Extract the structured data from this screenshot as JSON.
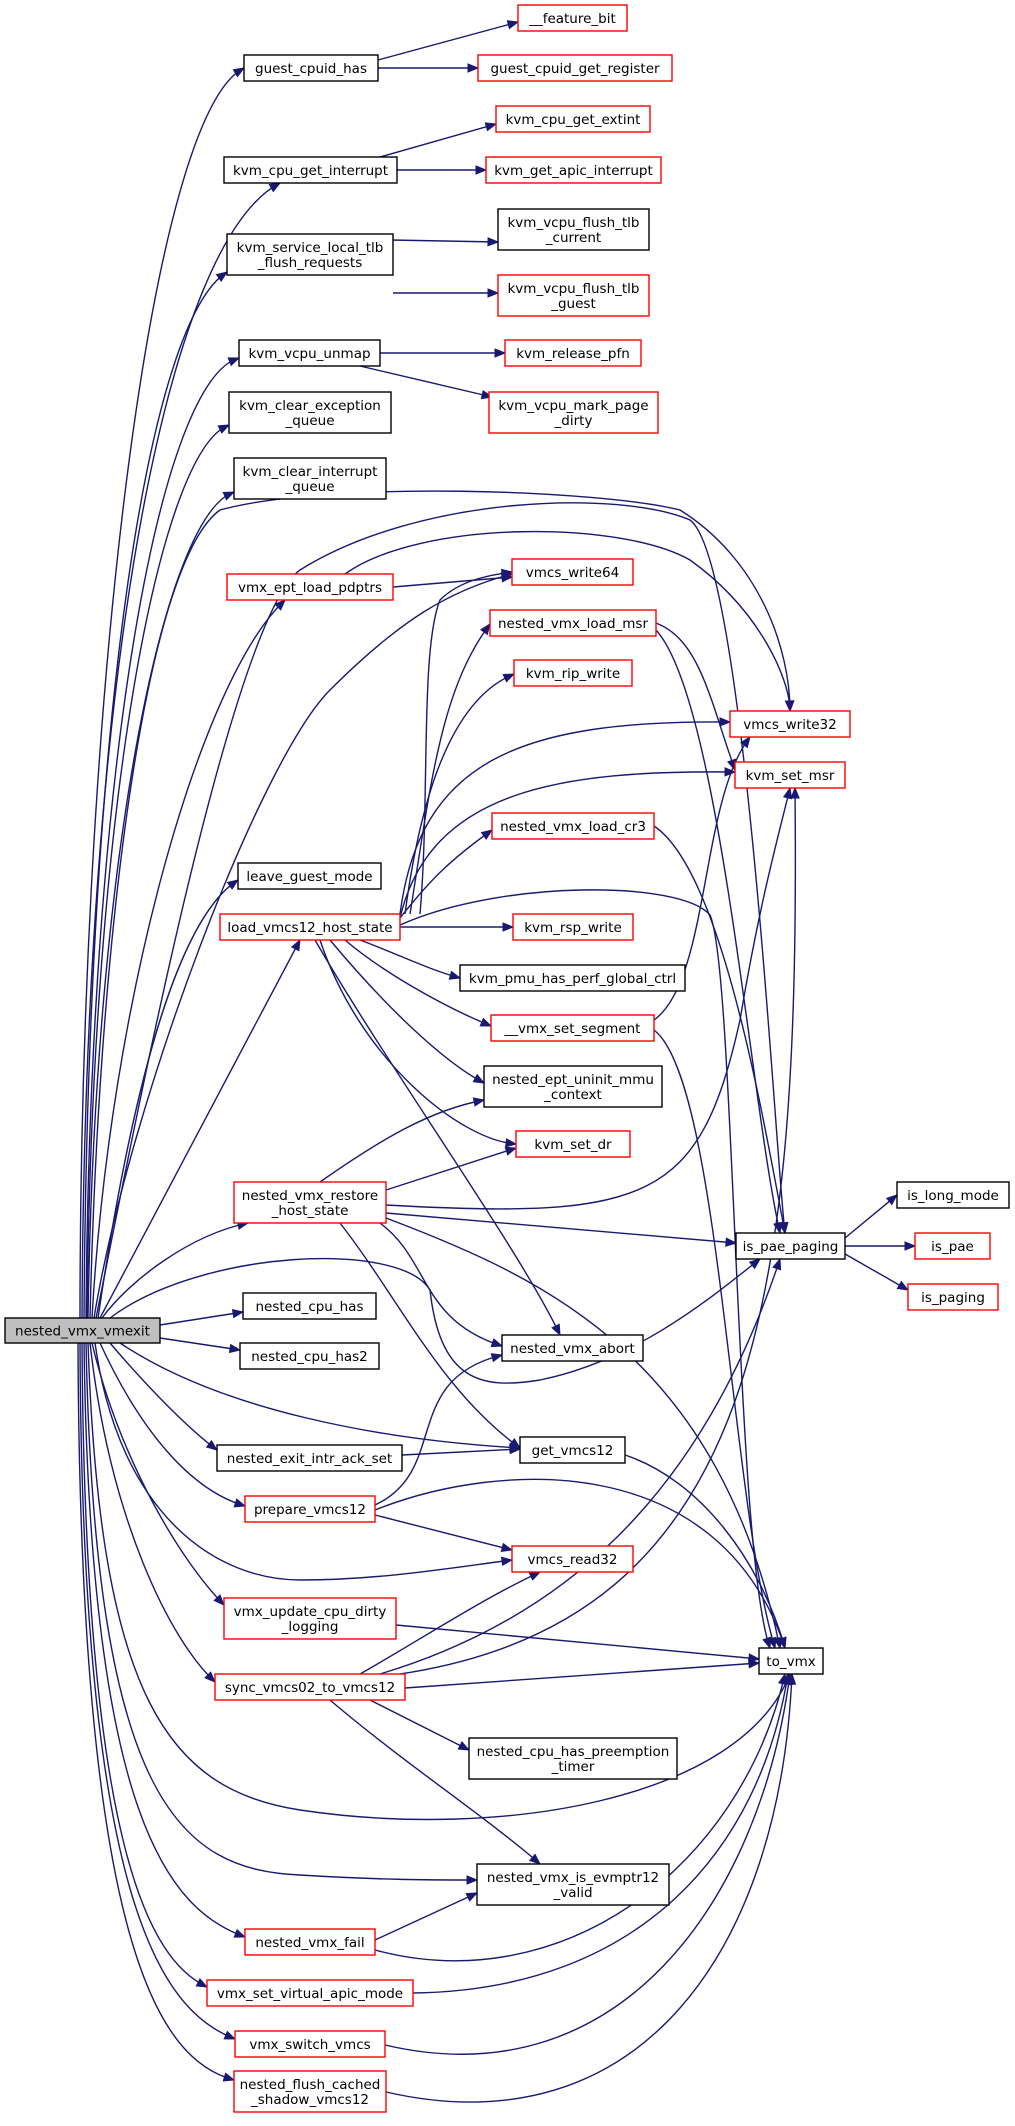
{
  "diagram": {
    "root": "nested_vmx_vmexit",
    "nodes": {
      "n_vmexit": {
        "lines": [
          "nested_vmx_vmexit"
        ],
        "style": "root"
      },
      "n_gch": {
        "lines": [
          "guest_cpuid_has"
        ],
        "style": "black"
      },
      "n_fbit": {
        "lines": [
          "__feature_bit"
        ],
        "style": "red"
      },
      "n_gcgr": {
        "lines": [
          "guest_cpuid_get_register"
        ],
        "style": "red"
      },
      "n_kcgi": {
        "lines": [
          "kvm_cpu_get_interrupt"
        ],
        "style": "black"
      },
      "n_kcge": {
        "lines": [
          "kvm_cpu_get_extint"
        ],
        "style": "red"
      },
      "n_kgai": {
        "lines": [
          "kvm_get_apic_interrupt"
        ],
        "style": "red"
      },
      "n_kslt": {
        "lines": [
          "kvm_service_local_tlb",
          "_flush_requests"
        ],
        "style": "black"
      },
      "n_kvftc": {
        "lines": [
          "kvm_vcpu_flush_tlb",
          "_current"
        ],
        "style": "black"
      },
      "n_kvftg": {
        "lines": [
          "kvm_vcpu_flush_tlb",
          "_guest"
        ],
        "style": "red"
      },
      "n_kvu": {
        "lines": [
          "kvm_vcpu_unmap"
        ],
        "style": "black"
      },
      "n_krp": {
        "lines": [
          "kvm_release_pfn"
        ],
        "style": "red"
      },
      "n_kvmpd": {
        "lines": [
          "kvm_vcpu_mark_page",
          "_dirty"
        ],
        "style": "red"
      },
      "n_kceq": {
        "lines": [
          "kvm_clear_exception",
          "_queue"
        ],
        "style": "black"
      },
      "n_kciq": {
        "lines": [
          "kvm_clear_interrupt",
          "_queue"
        ],
        "style": "black"
      },
      "n_velp": {
        "lines": [
          "vmx_ept_load_pdptrs"
        ],
        "style": "red"
      },
      "n_vw64": {
        "lines": [
          "vmcs_write64"
        ],
        "style": "red"
      },
      "n_nvlm": {
        "lines": [
          "nested_vmx_load_msr"
        ],
        "style": "red"
      },
      "n_krw": {
        "lines": [
          "kvm_rip_write"
        ],
        "style": "red"
      },
      "n_vw32": {
        "lines": [
          "vmcs_write32"
        ],
        "style": "red"
      },
      "n_ksm": {
        "lines": [
          "kvm_set_msr"
        ],
        "style": "red"
      },
      "n_nvlc": {
        "lines": [
          "nested_vmx_load_cr3"
        ],
        "style": "red"
      },
      "n_lgm": {
        "lines": [
          "leave_guest_mode"
        ],
        "style": "black"
      },
      "n_l12": {
        "lines": [
          "load_vmcs12_host_state"
        ],
        "style": "red"
      },
      "n_krsw": {
        "lines": [
          "kvm_rsp_write"
        ],
        "style": "red"
      },
      "n_kphp": {
        "lines": [
          "kvm_pmu_has_perf_global_ctrl"
        ],
        "style": "black"
      },
      "n_vss": {
        "lines": [
          "__vmx_set_segment"
        ],
        "style": "red"
      },
      "n_neum": {
        "lines": [
          "nested_ept_uninit_mmu",
          "_context"
        ],
        "style": "black"
      },
      "n_ksd": {
        "lines": [
          "kvm_set_dr"
        ],
        "style": "red"
      },
      "n_nvrh": {
        "lines": [
          "nested_vmx_restore",
          "_host_state"
        ],
        "style": "red"
      },
      "n_ilm": {
        "lines": [
          "is_long_mode"
        ],
        "style": "black"
      },
      "n_ipp": {
        "lines": [
          "is_pae_paging"
        ],
        "style": "black"
      },
      "n_ipae": {
        "lines": [
          "is_pae"
        ],
        "style": "red"
      },
      "n_ipg": {
        "lines": [
          "is_paging"
        ],
        "style": "red"
      },
      "n_nch": {
        "lines": [
          "nested_cpu_has"
        ],
        "style": "black"
      },
      "n_nch2": {
        "lines": [
          "nested_cpu_has2"
        ],
        "style": "black"
      },
      "n_nva": {
        "lines": [
          "nested_vmx_abort"
        ],
        "style": "black"
      },
      "n_neias": {
        "lines": [
          "nested_exit_intr_ack_set"
        ],
        "style": "black"
      },
      "n_gv12": {
        "lines": [
          "get_vmcs12"
        ],
        "style": "black"
      },
      "n_pv12": {
        "lines": [
          "prepare_vmcs12"
        ],
        "style": "red"
      },
      "n_vr32": {
        "lines": [
          "vmcs_read32"
        ],
        "style": "red"
      },
      "n_vucdl": {
        "lines": [
          "vmx_update_cpu_dirty",
          "_logging"
        ],
        "style": "red"
      },
      "n_tovmx": {
        "lines": [
          "to_vmx"
        ],
        "style": "black"
      },
      "n_sv02": {
        "lines": [
          "sync_vmcs02_to_vmcs12"
        ],
        "style": "red"
      },
      "n_nchpt": {
        "lines": [
          "nested_cpu_has_preemption",
          "_timer"
        ],
        "style": "black"
      },
      "n_nvie": {
        "lines": [
          "nested_vmx_is_evmptr12",
          "_valid"
        ],
        "style": "black"
      },
      "n_nvf": {
        "lines": [
          "nested_vmx_fail"
        ],
        "style": "red"
      },
      "n_vsvam": {
        "lines": [
          "vmx_set_virtual_apic_mode"
        ],
        "style": "red"
      },
      "n_vsv": {
        "lines": [
          "vmx_switch_vmcs"
        ],
        "style": "red"
      },
      "n_nfcs": {
        "lines": [
          "nested_flush_cached",
          "_shadow_vmcs12"
        ],
        "style": "red"
      }
    }
  }
}
